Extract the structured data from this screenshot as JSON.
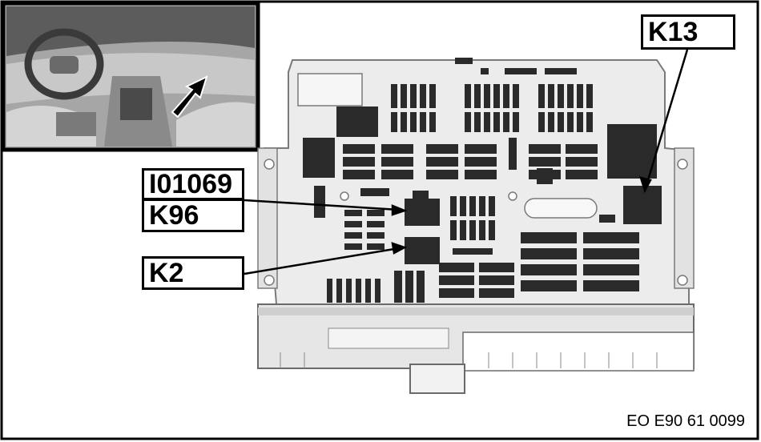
{
  "labels": {
    "k13": "K13",
    "i01069": "I01069",
    "k96": "K96",
    "k2": "K2"
  },
  "figure_code": "EO E90 61 0099",
  "colors": {
    "component_dark": "#2a2a2a",
    "housing_light": "#ececec",
    "housing_outline": "#7a7a7a",
    "inset_background": "#9a9a9a"
  }
}
